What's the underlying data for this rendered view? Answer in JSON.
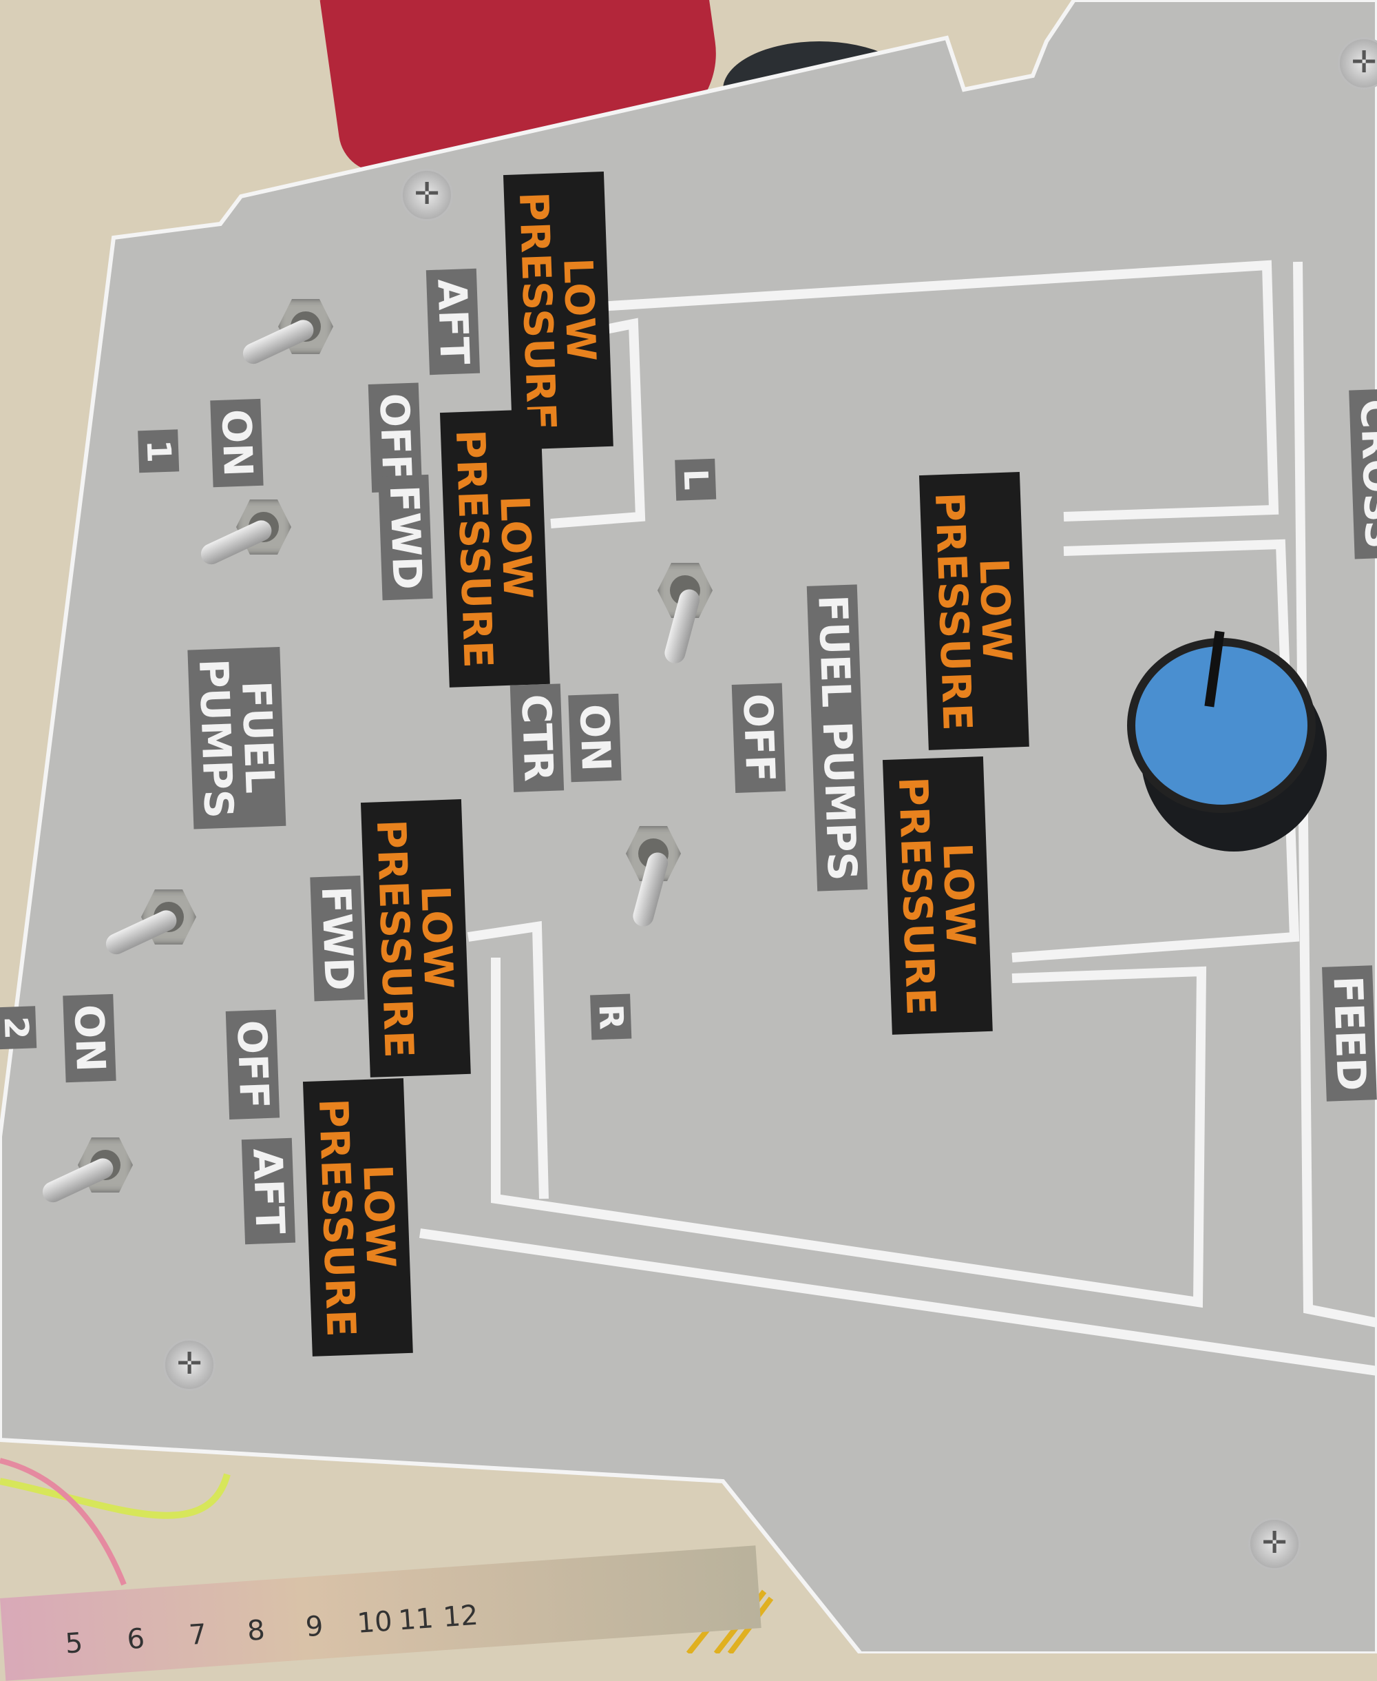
{
  "panel": {
    "top_group_1": {
      "number": "1",
      "aft_label": "AFT",
      "off_label": "OFF",
      "fwd_label": "FWD",
      "on_label": "ON",
      "aft_warning": [
        "LOW",
        "PRESSURE"
      ],
      "fwd_warning": [
        "LOW",
        "PRESSURE"
      ]
    },
    "left_title": [
      "FUEL",
      "PUMPS"
    ],
    "center": {
      "l_label": "L",
      "r_label": "R",
      "ctr_label": "CTR",
      "on_label": "ON",
      "off_label": "OFF",
      "title": "FUEL PUMPS",
      "l_warning": [
        "LOW",
        "PRESSURE"
      ],
      "r_warning": [
        "LOW",
        "PRESSURE"
      ]
    },
    "bottom_group_2": {
      "number": "2",
      "fwd_label": "FWD",
      "off_label": "OFF",
      "aft_label": "AFT",
      "on_label": "ON",
      "fwd_warning": [
        "LOW",
        "PRESSURE"
      ],
      "aft_warning": [
        "LOW",
        "PRESSURE"
      ]
    },
    "right_labels": {
      "crossfeed_top": "CROSS",
      "crossfeed_bottom": "FEED"
    },
    "colors": {
      "panel": "#bcbcba",
      "warning_bg": "#1c1c1c",
      "warning_text": "#e8821e",
      "label_bg": "#6d6d6d",
      "knob_cap": "#4a8fd0"
    }
  },
  "ruler": {
    "numbers": [
      "5",
      "6",
      "7",
      "8",
      "9",
      "10",
      "11",
      "12"
    ]
  }
}
